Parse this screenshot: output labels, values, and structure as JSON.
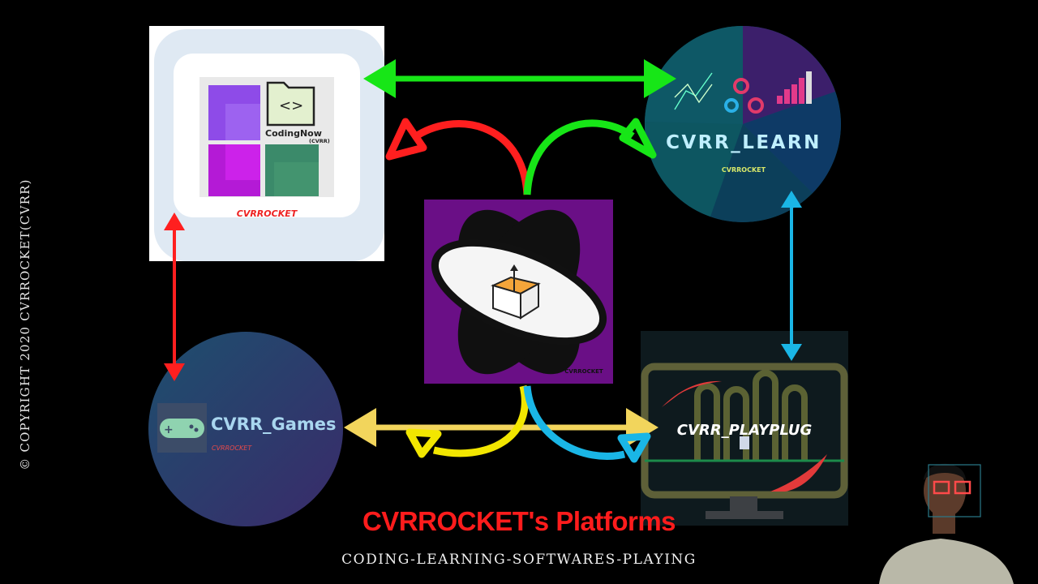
{
  "copyright": "© COPYRIGHT 2020 CVRROCKET(CVRR)",
  "title": "CVRROCKET's Platforms",
  "subtitle": "CODING-LEARNING-SOFTWARES-PLAYING",
  "nodes": {
    "codingnow": {
      "label": "CodingNow",
      "sublabel": "(CVRR)",
      "brand": "CVRROCKET"
    },
    "learn": {
      "label": "CVRR_LEARN",
      "brand": "CVRROCKET"
    },
    "center": {
      "brand": "CVRROCKET"
    },
    "games": {
      "label": "CVRR_Games",
      "brand": "CVRROCKET"
    },
    "playplug": {
      "label": "CVRR_PLAYPLUG"
    }
  },
  "colors": {
    "green": "#17e617",
    "red": "#ff1f1f",
    "cyan": "#1ab6e6",
    "yellow": "#f2d55c",
    "purple": "#6a0f86"
  }
}
